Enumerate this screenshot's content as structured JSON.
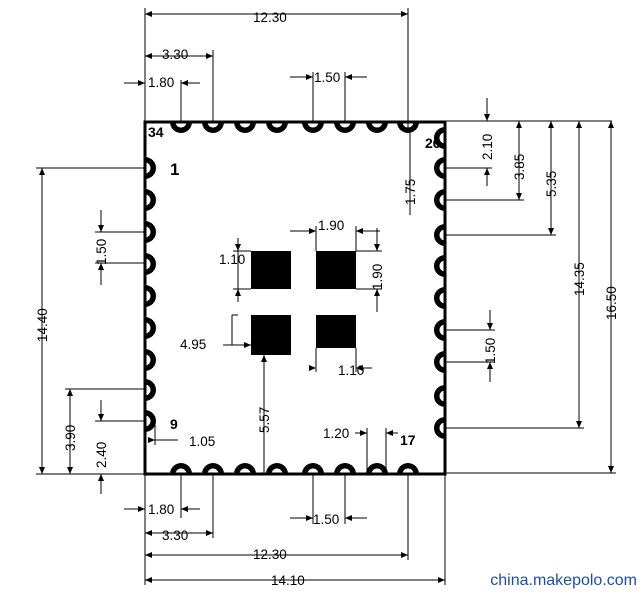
{
  "colors": {
    "line": "#000000",
    "background": "#ffffff",
    "watermark": "#1f4e9e"
  },
  "dimensions": {
    "top_overall": "12.30",
    "top_edge_to_pin": "3.30",
    "top_edge_to_first": "1.80",
    "top_pitch": "1.50",
    "right_1": "2.10",
    "right_2": "3.85",
    "right_3": "5.35",
    "right_4": "14.35",
    "right_5": "16.50",
    "right_6": "1.75",
    "right_pitch": "1.50",
    "left_overall": "14.40",
    "left_pitch": "1.50",
    "left_bottom_1": "3.90",
    "left_bottom_2": "2.40",
    "pad_gap_w": "1.90",
    "pad_gap_h": "1.90",
    "pad_size_left": "1.10",
    "pad_size_bottom": "1.10",
    "pad_offset_x": "4.95",
    "pad_offset_y": "5.57",
    "pin9_offset": "1.05",
    "bottom_pin_width": "1.20",
    "bottom_edge_to_first": "1.80",
    "bottom_edge_to_pin": "3.30",
    "bottom_pitch": "1.50",
    "bottom_pin_span": "12.30",
    "bottom_overall": "14.10"
  },
  "pin_labels": {
    "p1": "1",
    "p9": "9",
    "p17": "17",
    "p26": "26",
    "p34": "34"
  },
  "watermark": "china.makepolo.com"
}
